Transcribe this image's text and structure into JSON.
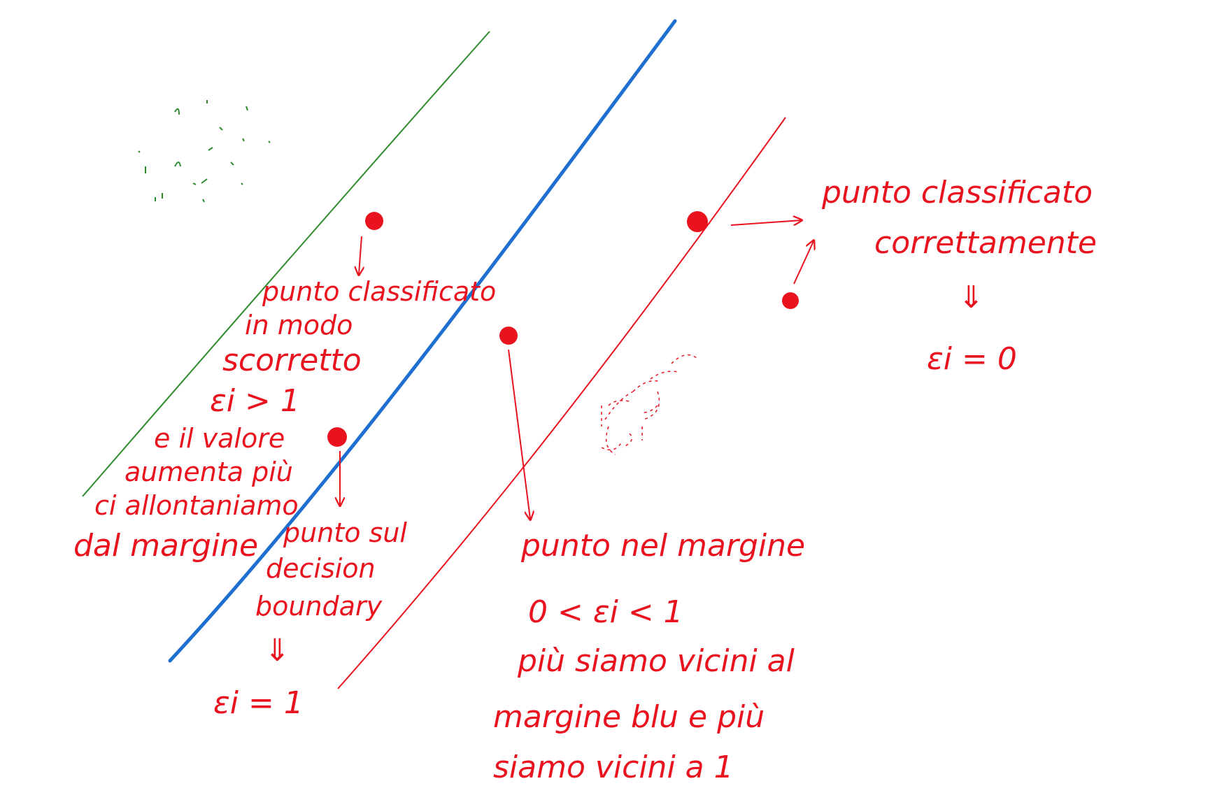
{
  "colors": {
    "red": "#e8131f",
    "blue": "#1f6fd1",
    "green": "#2e8b2e",
    "background": "#ffffff"
  },
  "annotations": {
    "misclassified": [
      "punto classificato",
      "in modo",
      "scorretto",
      "εi > 1",
      "e il valore",
      "aumenta più",
      "ci allontaniamo",
      "dal margine"
    ],
    "on_boundary": [
      "punto sul",
      "decision",
      "boundary",
      "⇓",
      "εi = 1"
    ],
    "in_margin": [
      "punto nel margine",
      "0 < εi < 1",
      "più siamo vicini al",
      "margine blu e più",
      "siamo vicini a 1"
    ],
    "correct": [
      "punto classificato",
      "correttamente",
      "⇓",
      "εi = 0"
    ]
  }
}
